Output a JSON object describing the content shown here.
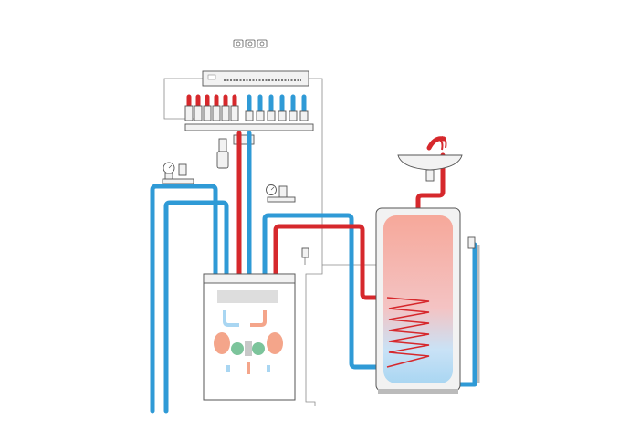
{
  "diagram": {
    "components": [
      {
        "id": "room-thermostats",
        "icon": "thermostat-icon",
        "count": 3
      },
      {
        "id": "control-unit",
        "icon": "control-box-icon"
      },
      {
        "id": "underfloor-manifold",
        "icon": "manifold-icon",
        "supply_valves": 6,
        "return_valves": 6
      },
      {
        "id": "manifold-pump-mixing-group",
        "icon": "pump-icon"
      },
      {
        "id": "safety-group-left",
        "icon": "pressure-gauge-icon"
      },
      {
        "id": "safety-group-center",
        "icon": "pressure-gauge-icon"
      },
      {
        "id": "heat-pump-indoor-unit",
        "icon": "heat-pump-icon"
      },
      {
        "id": "hot-water-storage-tank",
        "icon": "tank-icon"
      },
      {
        "id": "wash-basin",
        "icon": "sink-icon"
      },
      {
        "id": "tap-cold-inlet",
        "icon": "tap-icon"
      },
      {
        "id": "outdoor-sensor",
        "icon": "sensor-icon"
      }
    ],
    "colors": {
      "hot": "#d6282c",
      "cold": "#2f9ad6",
      "hot_fill": "#f4a58a",
      "cold_fill": "#a9d6f2",
      "housing": "#f2f2f2",
      "outline": "#555555"
    }
  }
}
